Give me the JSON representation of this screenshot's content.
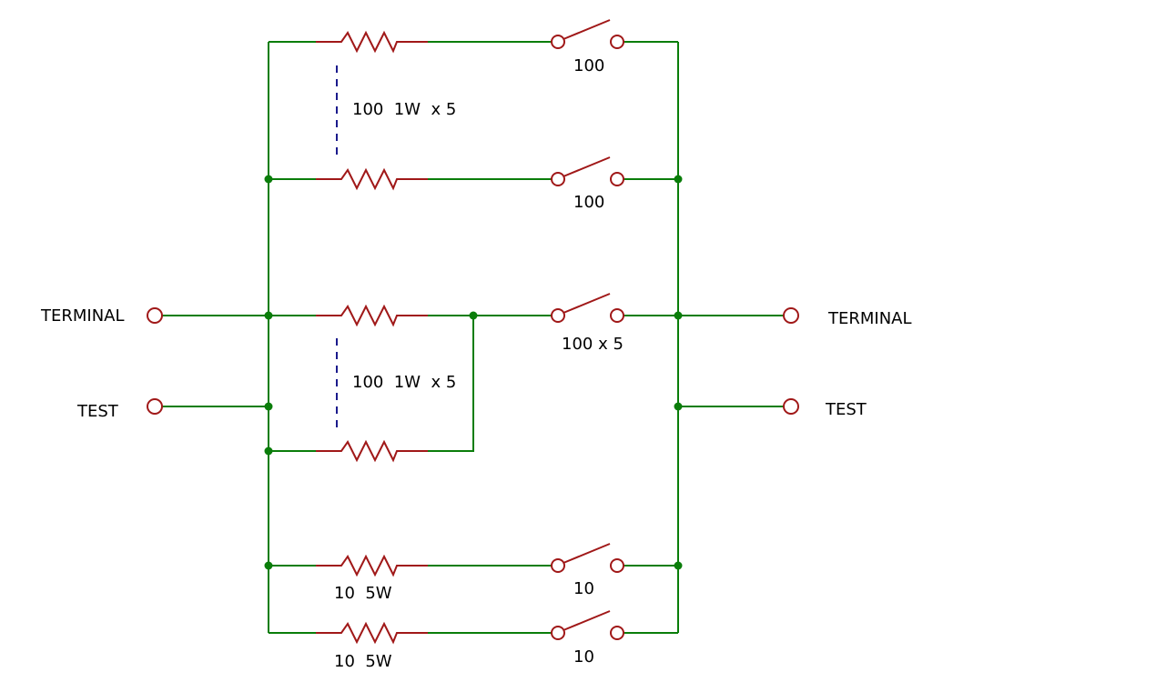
{
  "colors": {
    "background": "#ffffff",
    "wire": "#0a7d0a",
    "component": "#a01818",
    "junction": "#0a7d0a",
    "dashed_marker": "#1a1a8c",
    "text": "#000000"
  },
  "terminals": {
    "left_terminal": "TERMINAL",
    "left_test": "TEST",
    "right_terminal": "TERMINAL",
    "right_test": "TEST"
  },
  "labels": {
    "switch_row1": "100",
    "switch_row2": "100",
    "group_top": "100  1W  x 5",
    "switch_row3": "100 x 5",
    "group_mid": "100  1W  x 5",
    "switch_row5": "10",
    "resistor_row5": "10  5W",
    "switch_row6": "10",
    "resistor_row6": "10  5W"
  }
}
